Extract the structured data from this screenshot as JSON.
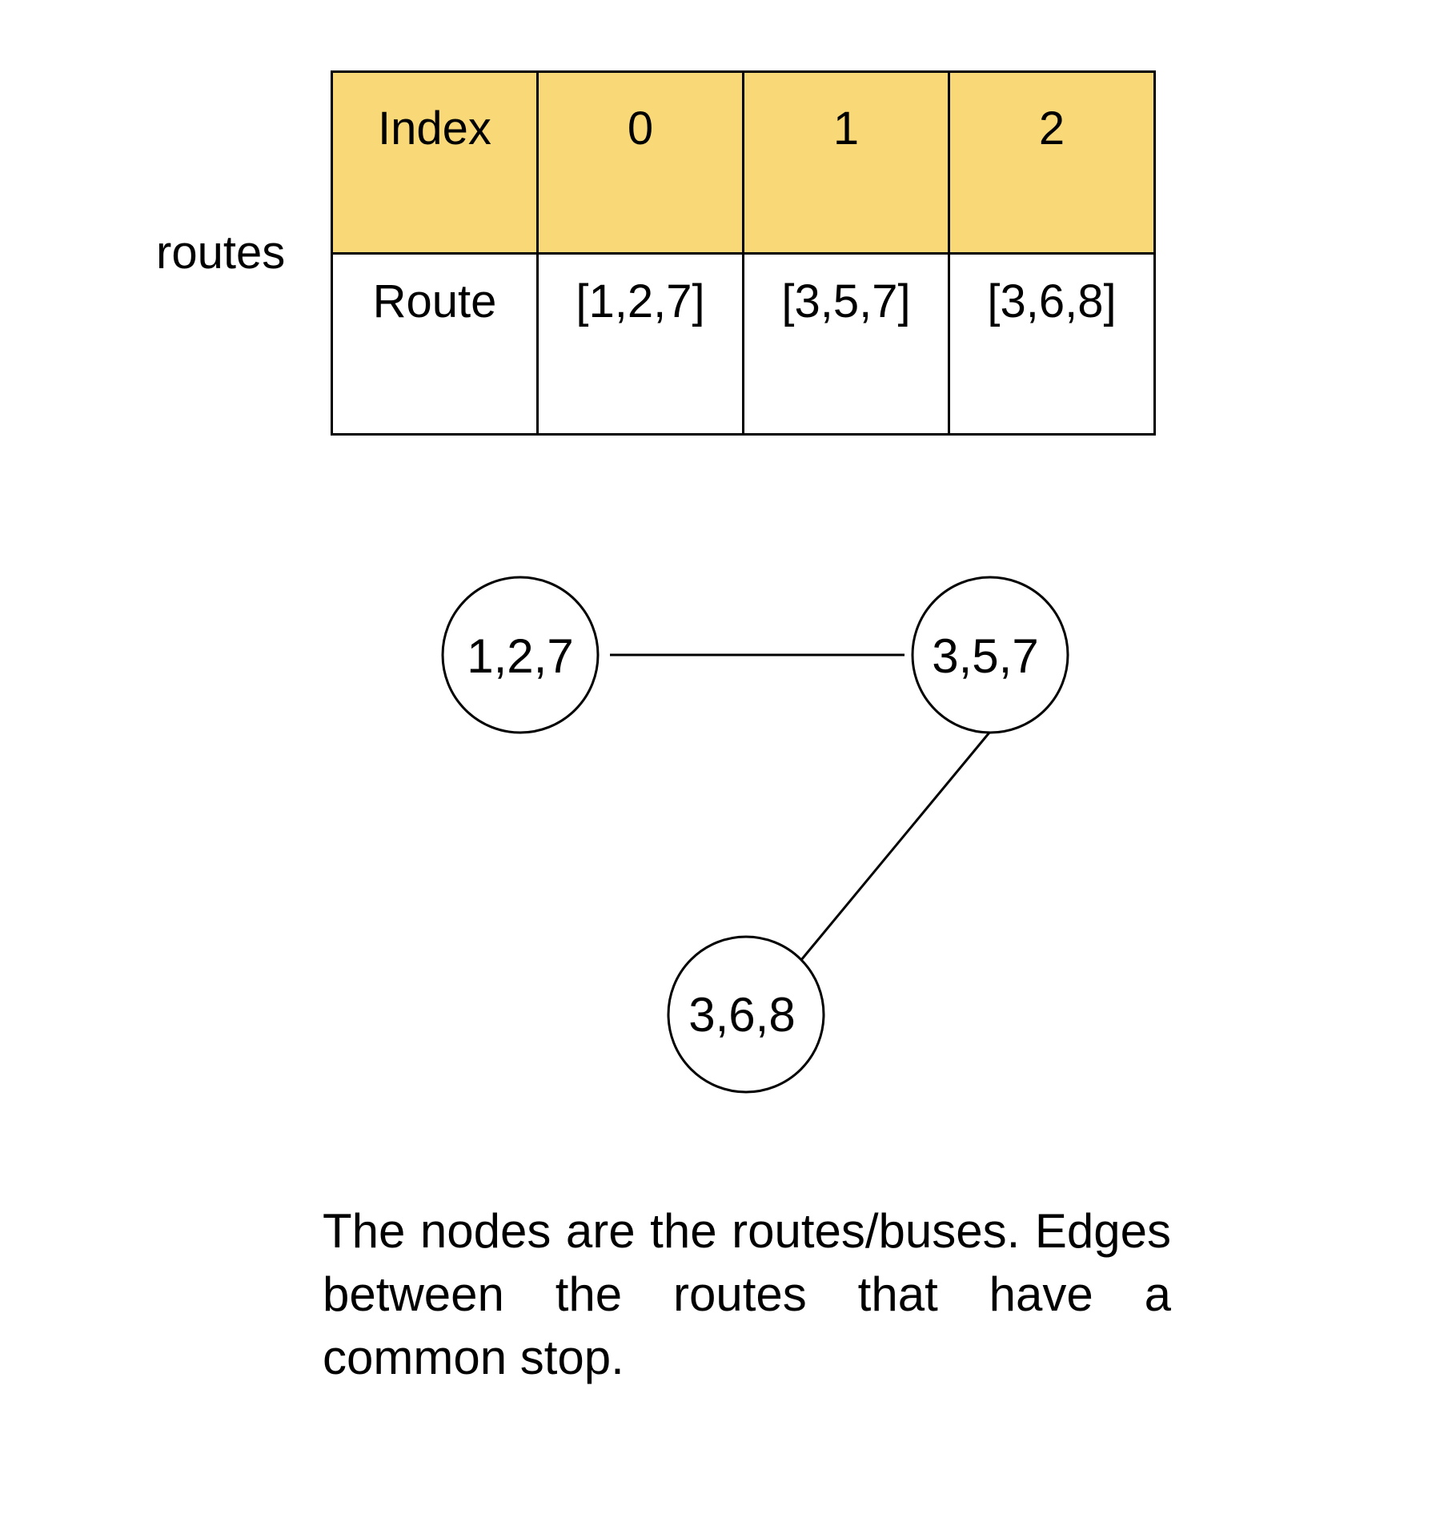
{
  "table": {
    "side_label": "routes",
    "header_row": [
      "Index",
      "0",
      "1",
      "2"
    ],
    "route_row": [
      "Route",
      "[1,2,7]",
      "[3,5,7]",
      "[3,6,8]"
    ],
    "header_color": "#f9d977"
  },
  "graph": {
    "nodes": [
      {
        "id": "n0",
        "label": "1,2,7"
      },
      {
        "id": "n1",
        "label": "3,5,7"
      },
      {
        "id": "n2",
        "label": "3,6,8"
      }
    ],
    "edges": [
      {
        "from": "n0",
        "to": "n1"
      },
      {
        "from": "n1",
        "to": "n2"
      }
    ]
  },
  "caption": "The nodes are the routes/buses. Edges between the routes that have a common stop."
}
